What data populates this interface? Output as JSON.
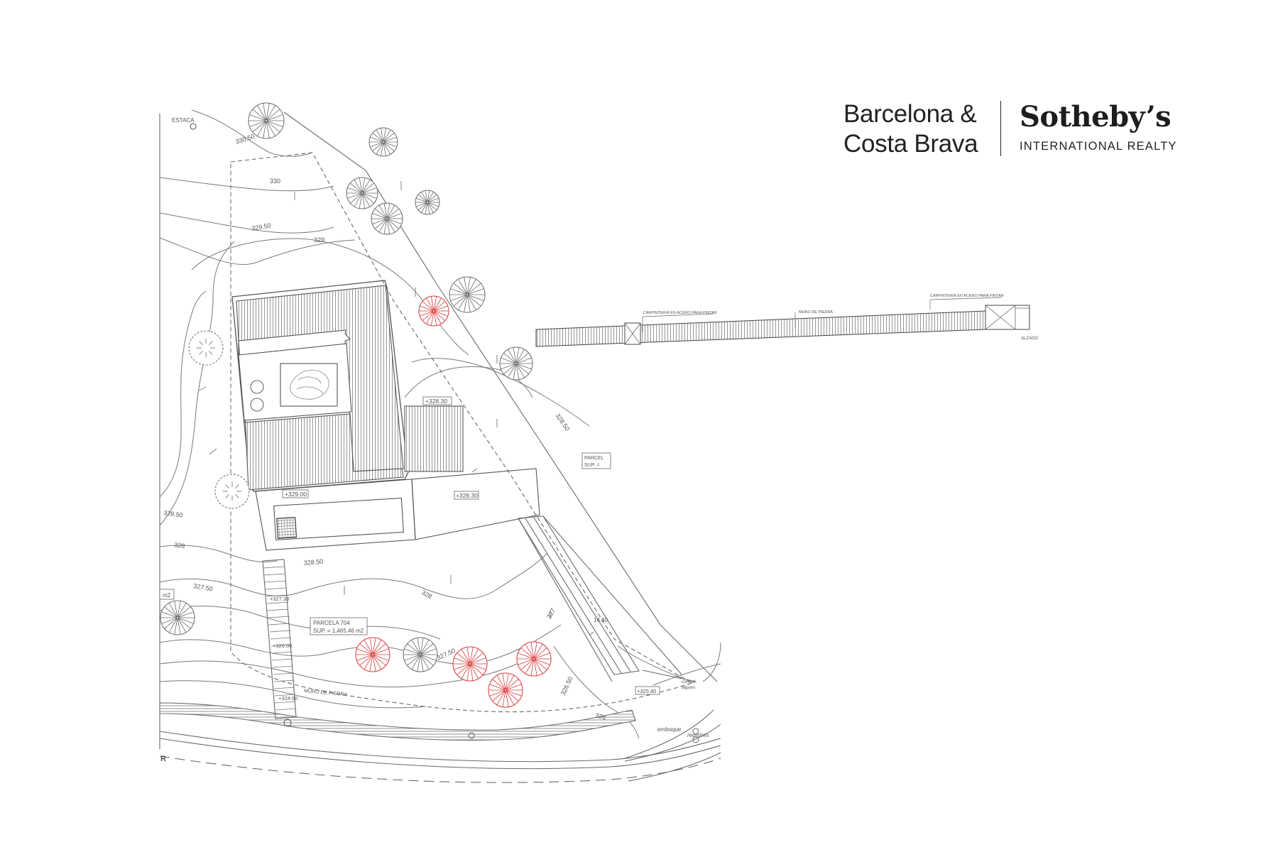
{
  "brand": {
    "line1": "Barcelona &",
    "line2": "Costa Brava",
    "name": "Sotheby’s",
    "subtitle": "INTERNATIONAL REALTY"
  },
  "plan": {
    "stake_label": "ESTACA",
    "contours": [
      "330.50",
      "330",
      "329.50",
      "329",
      "328.50",
      "328",
      "327.50",
      "328.50",
      "328",
      "327.50",
      "327",
      "326.50",
      "326",
      "328.50"
    ],
    "levels": [
      "+329.00",
      "+328.30",
      "+328.30",
      "+327.38",
      "+326.00",
      "+324.60",
      "+325.80"
    ],
    "parcel_label": "PARCELA 704",
    "parcel_area": "SUP. = 1,465.46  m2",
    "parcel_label_partial": "PARCEL",
    "parcel_area_partial": "SUP. =",
    "area_fragment": "m2",
    "wall_label": "MURO DE PIEDRA",
    "dimension": "14.80",
    "street_notes": [
      "emboque",
      "registres"
    ],
    "street_fragment": "R",
    "gate_notes": [
      "contad.",
      "aigues"
    ],
    "colors": {
      "line": "#6a6a6a",
      "red_tree": "#d93a3a",
      "ink": "#222222"
    }
  },
  "elevation": {
    "note_left": "CARPINTERIA EN ACERO PARA PINTAR",
    "note_middle": "MURO DE PIEDRA",
    "note_right": "CARPINTERIA EN ACERO PARA PINTAR",
    "caption": "ALZADO"
  }
}
